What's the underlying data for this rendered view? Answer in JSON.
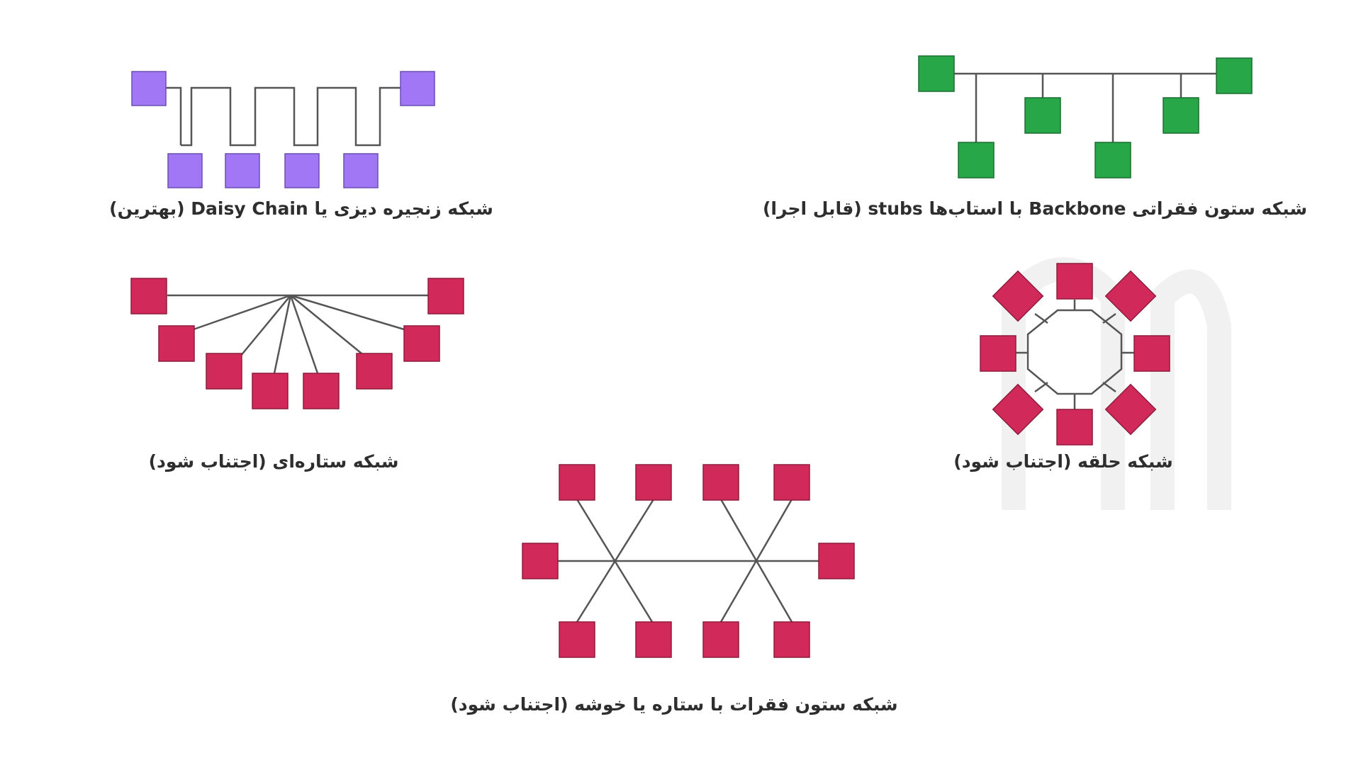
{
  "colors": {
    "purple": "#a277f5",
    "green": "#27a748",
    "crimson": "#d12a5a",
    "line": "#555555"
  },
  "topologies": {
    "daisy_chain": {
      "caption": "شبکه زنجیره دیزی یا Daisy Chain (بهترین)"
    },
    "backbone_stubs": {
      "caption": "شبکه ستون فقراتی Backbone با استاب‌ها stubs (قابل اجرا)"
    },
    "star": {
      "caption": "شبکه ستاره‌ای (اجتناب شود)"
    },
    "ring": {
      "caption": "شبکه حلقه (اجتناب شود)"
    },
    "backbone_star_cluster": {
      "caption": "شبکه ستون فقرات با ستاره یا خوشه (اجتناب شود)"
    }
  }
}
